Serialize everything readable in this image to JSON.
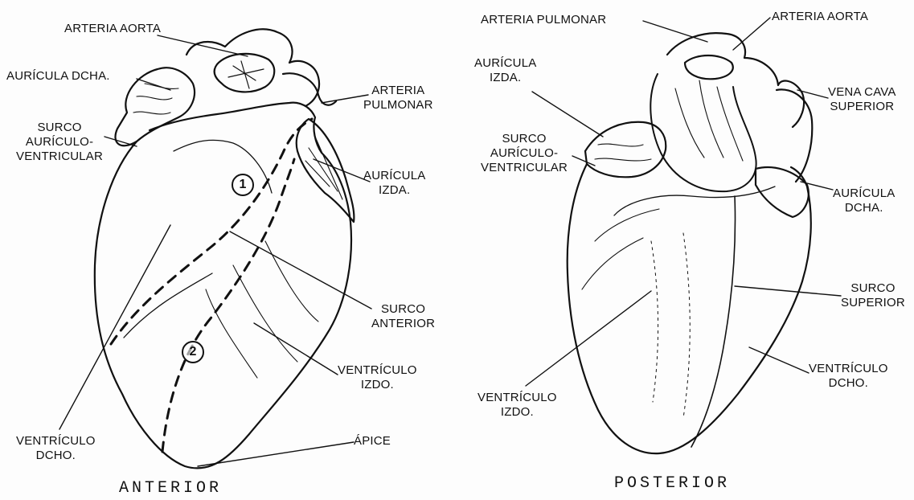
{
  "anterior": {
    "title": "ANTERIOR",
    "labels": {
      "arteria_aorta": "ARTERIA AORTA",
      "auricula_dcha": "AURÍCULA DCHA.",
      "arteria_pulmonar_1": "ARTERIA",
      "arteria_pulmonar_2": "PULMONAR",
      "surco_av_1": "SURCO",
      "surco_av_2": "AURÍCULO-",
      "surco_av_3": "VENTRICULAR",
      "auricula_izda_1": "AURÍCULA",
      "auricula_izda_2": "IZDA.",
      "surco_anterior_1": "SURCO",
      "surco_anterior_2": "ANTERIOR",
      "ventriculo_izdo_1": "VENTRÍCULO",
      "ventriculo_izdo_2": "IZDO.",
      "ventriculo_dcho_1": "VENTRÍCULO",
      "ventriculo_dcho_2": "DCHO.",
      "apice": "ÁPICE"
    },
    "markers": [
      "1",
      "2"
    ]
  },
  "posterior": {
    "title": "POSTERIOR",
    "labels": {
      "arteria_pulmonar": "ARTERIA PULMONAR",
      "arteria_aorta": "ARTERIA AORTA",
      "auricula_izda_1": "AURÍCULA",
      "auricula_izda_2": "IZDA.",
      "vena_cava_1": "VENA CAVA",
      "vena_cava_2": "SUPERIOR",
      "surco_av_1": "SURCO",
      "surco_av_2": "AURÍCULO-",
      "surco_av_3": "VENTRICULAR",
      "auricula_dcha_1": "AURÍCULA",
      "auricula_dcha_2": "DCHA.",
      "surco_superior_1": "SURCO",
      "surco_superior_2": "SUPERIOR",
      "ventriculo_izdo_1": "VENTRÍCULO",
      "ventriculo_izdo_2": "IZDO.",
      "ventriculo_dcho_1": "VENTRÍCULO",
      "ventriculo_dcho_2": "DCHO."
    }
  }
}
